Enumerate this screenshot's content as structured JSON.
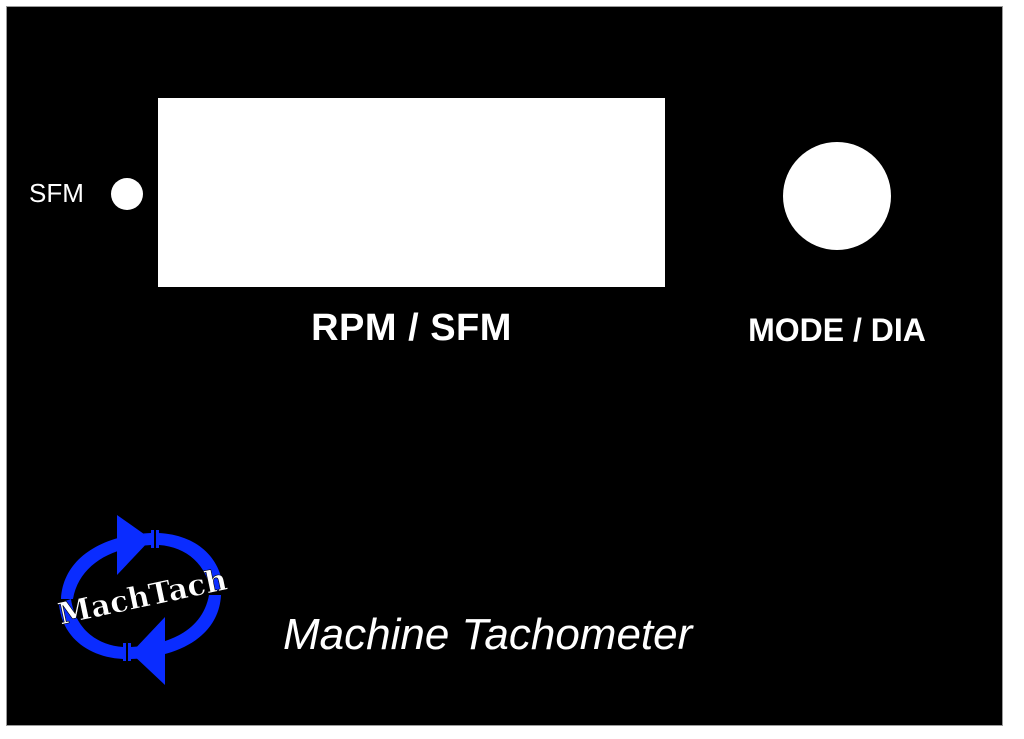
{
  "panel": {
    "background": "#000000",
    "foreground": "#ffffff"
  },
  "indicator": {
    "label": "SFM"
  },
  "display": {
    "caption": "RPM / SFM"
  },
  "knob": {
    "caption": "MODE / DIA"
  },
  "logo": {
    "text": "MachTach",
    "arrow_color": "#0a2cff",
    "icon": "cycle-arrows-icon"
  },
  "tagline": "Machine Tachometer"
}
